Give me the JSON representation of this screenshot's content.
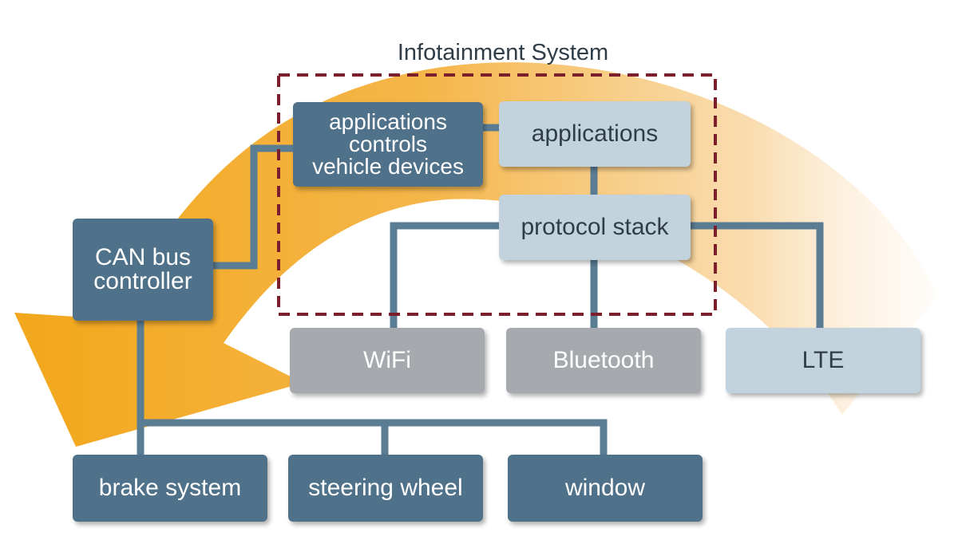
{
  "diagram": {
    "title": "Infotainment System",
    "nodes": {
      "app_controls": [
        "applications",
        "controls",
        "vehicle devices"
      ],
      "applications": "applications",
      "protocol_stack": "protocol stack",
      "can_bus": [
        "CAN bus",
        "controller"
      ],
      "wifi": "WiFi",
      "bluetooth": "Bluetooth",
      "lte": "LTE",
      "brake": "brake system",
      "steering": "steering wheel",
      "window": "window"
    },
    "colors": {
      "dark_box": "#4f7189",
      "light_box": "#c3d3de",
      "grey_box": "#a6aaae",
      "connector": "#5a7d94",
      "arrow": "#f2a71b",
      "boundary": "#7a1f2b"
    }
  }
}
